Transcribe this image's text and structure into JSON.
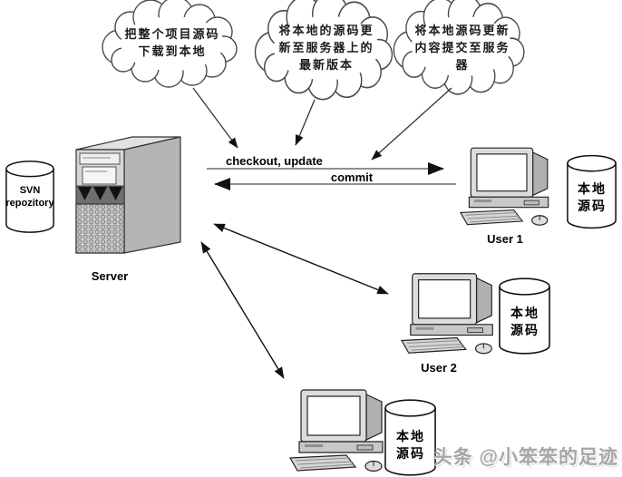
{
  "clouds": [
    {
      "lines": [
        "把整个项目源码",
        "下载到本地"
      ]
    },
    {
      "lines": [
        "将本地的源码更",
        "新至服务器上的",
        "最新版本"
      ]
    },
    {
      "lines": [
        "将本地源码更新",
        "内容提交至服务",
        "器"
      ]
    }
  ],
  "server": {
    "label": "Server",
    "repository": {
      "line1": "SVN",
      "line2": "repozitory"
    }
  },
  "arrows": {
    "checkout_label": "checkout, update",
    "commit_label": "commit"
  },
  "users": [
    {
      "label": "User 1",
      "storage": {
        "line1": "本地",
        "line2": "源码"
      }
    },
    {
      "label": "User 2",
      "storage": {
        "line1": "本地",
        "line2": "源码"
      }
    },
    {
      "storage": {
        "line1": "本地",
        "line2": "源码"
      }
    }
  ],
  "watermark": "头条 @小笨笨的足迹",
  "colors": {
    "diagram_line": "#333333",
    "transfer_line": "#909090",
    "arrowhead": "#111111",
    "server_front": "#d6d6d6",
    "server_side": "#b5b5b5",
    "watermark_gray": "#a6a6a6"
  }
}
